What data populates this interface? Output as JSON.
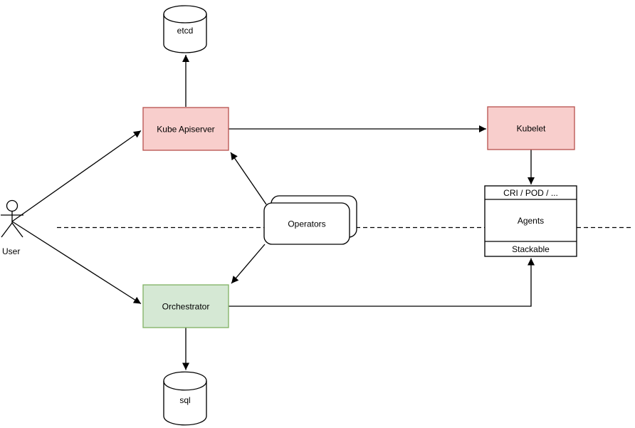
{
  "diagram": {
    "type": "architecture-flowchart",
    "nodes": {
      "user": {
        "label": "User",
        "shape": "actor"
      },
      "etcd": {
        "label": "etcd",
        "shape": "database-cylinder"
      },
      "kube_apiserver": {
        "label": "Kube Apiserver",
        "shape": "rectangle",
        "color": "red"
      },
      "kubelet": {
        "label": "Kubelet",
        "shape": "rectangle",
        "color": "red"
      },
      "operators": {
        "label": "Operators",
        "shape": "stacked-rounded-rectangle"
      },
      "orchestrator": {
        "label": "Orchestrator",
        "shape": "rectangle",
        "color": "green"
      },
      "agents_stack": {
        "header": "CRI / POD / ...",
        "body": "Agents",
        "footer": "Stackable",
        "shape": "list"
      },
      "sql": {
        "label": "sql",
        "shape": "database-cylinder"
      }
    },
    "edges": [
      {
        "from": "user",
        "to": "kube_apiserver",
        "style": "arrow"
      },
      {
        "from": "user",
        "to": "orchestrator",
        "style": "arrow"
      },
      {
        "from": "kube_apiserver",
        "to": "etcd",
        "style": "arrow"
      },
      {
        "from": "kube_apiserver",
        "to": "kubelet",
        "style": "arrow"
      },
      {
        "from": "kubelet",
        "to": "agents_stack",
        "style": "arrow"
      },
      {
        "from": "operators",
        "to": "kube_apiserver",
        "style": "arrow"
      },
      {
        "from": "operators",
        "to": "orchestrator",
        "style": "arrow"
      },
      {
        "from": "orchestrator",
        "to": "agents_stack",
        "style": "arrow"
      },
      {
        "from": "orchestrator",
        "to": "sql",
        "style": "arrow"
      },
      {
        "from": "left-edge",
        "to": "right-edge",
        "style": "dashed-separator"
      }
    ],
    "colors": {
      "node_red_fill": "#f8cecc",
      "node_red_border": "#b85450",
      "node_green_fill": "#d5e8d4",
      "node_green_border": "#82b366",
      "node_white_fill": "#ffffff",
      "line": "#000000",
      "background": "#ffffff"
    }
  }
}
